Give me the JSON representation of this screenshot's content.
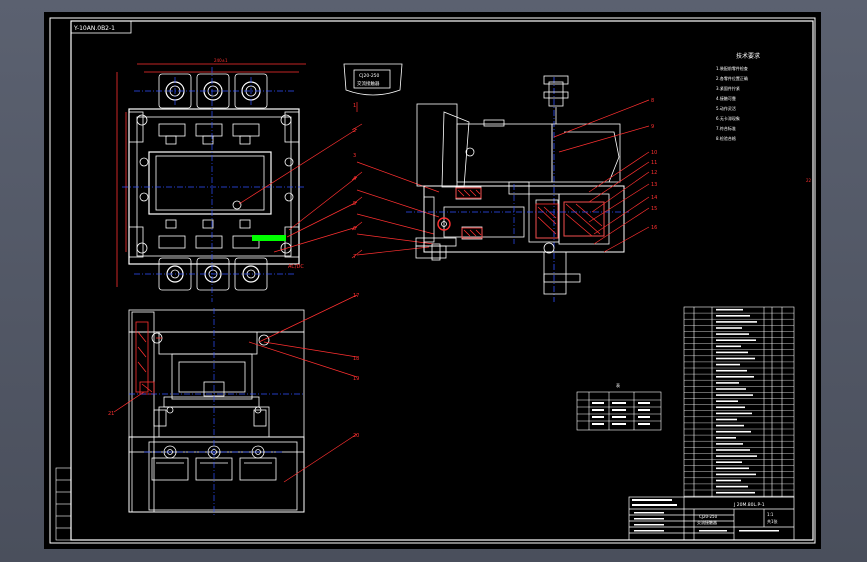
{
  "drawing": {
    "title_tag": "Y-10AN.0B2-1",
    "notes_heading": "技术要求",
    "notes": [
      "1.装配前零件检查",
      "2.各零件位置正确",
      "3.紧固件拧紧",
      "4.接触可靠",
      "5.动作灵活",
      "6.无卡滞现象",
      "7.符合标准",
      "8.检验合格"
    ],
    "shield_label_1": "CJ20-250",
    "shield_label_2": "交流接触器",
    "dimension_text": "240±1",
    "coil_label": "AC/DC",
    "balloon_numbers": [
      "1",
      "2",
      "3",
      "4",
      "5",
      "6",
      "7",
      "8",
      "9",
      "10",
      "11",
      "12",
      "13",
      "14",
      "15",
      "16",
      "17",
      "18",
      "19",
      "20",
      "21",
      "22"
    ],
    "title_block": {
      "drawing_number": "J 20M.80L.P-1",
      "title_1": "CJ20-250",
      "title_2": "交流接触器",
      "scale": "1:1",
      "sheet": "共1张"
    },
    "small_table_header": "表",
    "colors": {
      "background": "#000000",
      "frame": "#ffffff",
      "geometry": "#ffffff",
      "leader": "#ff3030",
      "centerline": "#3050ff",
      "highlight": "#00ff00",
      "titlebar": "#5b6170"
    }
  }
}
